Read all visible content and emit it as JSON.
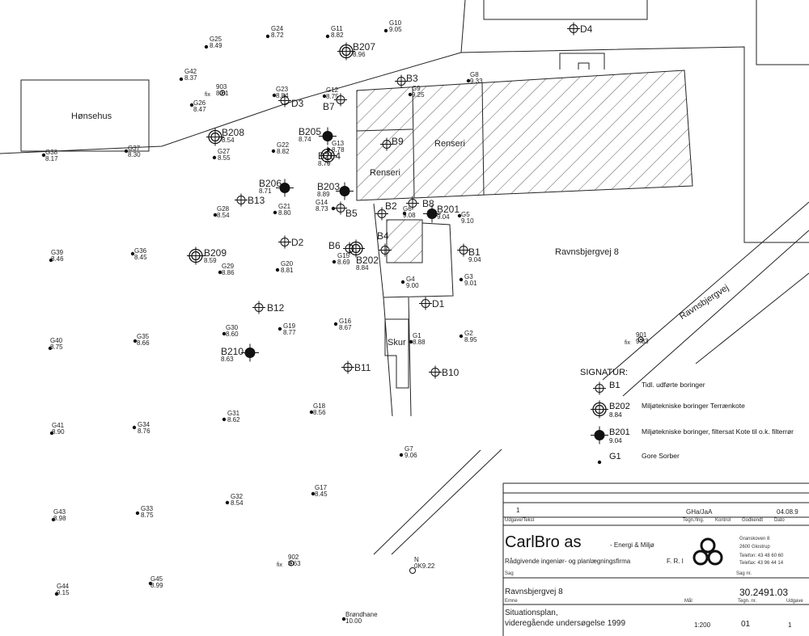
{
  "buildings": {
    "honsehus": "Hønsehus",
    "renseri_east": "Renseri",
    "renseri_west": "Renseri",
    "skur": "Skur"
  },
  "streets": {
    "main": "Ravnsbjergvej 8",
    "diagonal": "Ravnsbjergvej"
  },
  "points": [
    {
      "code": "G25",
      "value": "8.49",
      "type": "dot"
    },
    {
      "code": "G24",
      "value": "8.72",
      "type": "dot"
    },
    {
      "code": "G11",
      "value": "8.82",
      "type": "dot"
    },
    {
      "code": "G10",
      "value": "9.05",
      "type": "dot"
    },
    {
      "code": "B207",
      "value": "8.96",
      "type": "env"
    },
    {
      "code": "D4",
      "value": "",
      "type": "old"
    },
    {
      "code": "G42",
      "value": "8.37",
      "type": "dot"
    },
    {
      "code": "903",
      "value": "8.61",
      "type": "fix",
      "prefix": "fix"
    },
    {
      "code": "G26",
      "value": "8.47",
      "type": "dot"
    },
    {
      "code": "G23",
      "value": "8.84",
      "type": "dot"
    },
    {
      "code": "D3",
      "value": "",
      "type": "old"
    },
    {
      "code": "G12",
      "value": "8.75",
      "type": "dot"
    },
    {
      "code": "B7",
      "value": "",
      "type": "old"
    },
    {
      "code": "B3",
      "value": "",
      "type": "old"
    },
    {
      "code": "G9",
      "value": "9.25",
      "type": "dot"
    },
    {
      "code": "G8",
      "value": "9.33",
      "type": "dot"
    },
    {
      "code": "G38",
      "value": "8.17",
      "type": "dot"
    },
    {
      "code": "G37",
      "value": "8.30",
      "type": "dot"
    },
    {
      "code": "B208",
      "value": "8.54",
      "type": "env"
    },
    {
      "code": "G27",
      "value": "8.55",
      "type": "dot"
    },
    {
      "code": "G22",
      "value": "8.82",
      "type": "dot"
    },
    {
      "code": "B205",
      "value": "8.74",
      "type": "filter"
    },
    {
      "code": "G13",
      "value": "8.78",
      "type": "dot"
    },
    {
      "code": "B204",
      "value": "8.79",
      "type": "env"
    },
    {
      "code": "B9",
      "value": "",
      "type": "old"
    },
    {
      "code": "B206",
      "value": "8.71",
      "type": "filter"
    },
    {
      "code": "B203",
      "value": "8.89",
      "type": "filter"
    },
    {
      "code": "B13",
      "value": "",
      "type": "old"
    },
    {
      "code": "G28",
      "value": "8.54",
      "type": "dot"
    },
    {
      "code": "G21",
      "value": "8.80",
      "type": "dot"
    },
    {
      "code": "G14",
      "value": "8.73",
      "type": "dot"
    },
    {
      "code": "B5",
      "value": "",
      "type": "old"
    },
    {
      "code": "B2",
      "value": "",
      "type": "old"
    },
    {
      "code": "G6",
      "value": "9.08",
      "type": "dot"
    },
    {
      "code": "B8",
      "value": "",
      "type": "old"
    },
    {
      "code": "B201",
      "value": "9.04",
      "type": "filter"
    },
    {
      "code": "G5",
      "value": "9.10",
      "type": "dot"
    },
    {
      "code": "D2",
      "value": "",
      "type": "old"
    },
    {
      "code": "B6",
      "value": "",
      "type": "old"
    },
    {
      "code": "B202",
      "value": "8.84",
      "type": "env"
    },
    {
      "code": "G15",
      "value": "8.69",
      "type": "dot"
    },
    {
      "code": "B4",
      "value": "",
      "type": "old"
    },
    {
      "code": "B1",
      "value": "9.04",
      "type": "old"
    },
    {
      "code": "G39",
      "value": "8.46",
      "type": "dot"
    },
    {
      "code": "G36",
      "value": "8.45",
      "type": "dot"
    },
    {
      "code": "B209",
      "value": "8.59",
      "type": "env"
    },
    {
      "code": "G29",
      "value": "8.86",
      "type": "dot"
    },
    {
      "code": "G20",
      "value": "8.81",
      "type": "dot"
    },
    {
      "code": "G4",
      "value": "9.00",
      "type": "dot"
    },
    {
      "code": "G3",
      "value": "9.01",
      "type": "dot"
    },
    {
      "code": "B12",
      "value": "",
      "type": "old"
    },
    {
      "code": "D1",
      "value": "",
      "type": "old"
    },
    {
      "code": "G30",
      "value": "8.60",
      "type": "dot"
    },
    {
      "code": "G19",
      "value": "8.77",
      "type": "dot"
    },
    {
      "code": "G16",
      "value": "8.67",
      "type": "dot"
    },
    {
      "code": "G40",
      "value": "8.75",
      "type": "dot"
    },
    {
      "code": "G35",
      "value": "8.66",
      "type": "dot"
    },
    {
      "code": "G1",
      "value": "8.88",
      "type": "dot"
    },
    {
      "code": "G2",
      "value": "8.95",
      "type": "dot"
    },
    {
      "code": "901",
      "value": "9.83",
      "type": "fix",
      "prefix": "fix"
    },
    {
      "code": "B210",
      "value": "8.63",
      "type": "filter"
    },
    {
      "code": "B11",
      "value": "",
      "type": "old"
    },
    {
      "code": "B10",
      "value": "",
      "type": "old"
    },
    {
      "code": "G18",
      "value": "8.56",
      "type": "dot"
    },
    {
      "code": "G31",
      "value": "8.62",
      "type": "dot"
    },
    {
      "code": "G41",
      "value": "8.90",
      "type": "dot"
    },
    {
      "code": "G34",
      "value": "8.76",
      "type": "dot"
    },
    {
      "code": "G7",
      "value": "9.06",
      "type": "dot"
    },
    {
      "code": "G17",
      "value": "8.45",
      "type": "dot"
    },
    {
      "code": "G32",
      "value": "8.54",
      "type": "dot"
    },
    {
      "code": "G43",
      "value": "8.98",
      "type": "dot"
    },
    {
      "code": "G33",
      "value": "8.75",
      "type": "dot"
    },
    {
      "code": "902",
      "value": "8.63",
      "type": "fix",
      "prefix": "fix"
    },
    {
      "code": "N",
      "value": "0K9.22",
      "type": "ring"
    },
    {
      "code": "G44",
      "value": "9.15",
      "type": "dot"
    },
    {
      "code": "G45",
      "value": "8.99",
      "type": "dot"
    },
    {
      "code": "Brøndhane",
      "value": "10.00",
      "type": "dot"
    }
  ],
  "legend": {
    "title": "SIGNATUR:",
    "rows": [
      {
        "code": "B1",
        "value": "",
        "desc": "Tidl. udførte boringer",
        "type": "old"
      },
      {
        "code": "B202",
        "value": "8.84",
        "desc": "Miljøtekniske boringer Terrænkote",
        "type": "env"
      },
      {
        "code": "B201",
        "value": "9.04",
        "desc": "Miljøtekniske boringer, filtersat Kote til o.k. filterrør",
        "type": "filter"
      },
      {
        "code": "G1",
        "value": "",
        "desc": "Gore Sorber",
        "type": "dot"
      }
    ]
  },
  "titleblock": {
    "rev_no": "1",
    "rev_initials": "GHa/JaA",
    "rev_date": "04.08.9",
    "h_udgave": "Udgave/Tekst",
    "h_tegn": "Tegn./Ing.",
    "h_kontrol": "Kontrol",
    "h_godkendt": "Godkendt",
    "h_dato": "Dato",
    "company": "CarlBro as",
    "division": "- Energi & Miljø",
    "tagline": "Rådgivende ingeniør- og planlægningsfirma",
    "frl": "F. R. I",
    "address1": "Granskoven 8",
    "address2": "2600 Glostrup",
    "phone": "Telefon:  43 48 60 60",
    "fax": "Telefax:  43 96 44 14",
    "h_sag": "Sag",
    "h_sagnr": "Sag nr.",
    "project": "Ravnsbjergvej 8",
    "project_no": "30.2491.03",
    "h_emne": "Emne",
    "h_maal": "Mål",
    "h_tegnnr": "Tegn. nr.",
    "h_udgave2": "Udgave",
    "title1": "Situationsplan,",
    "title2": "videregående undersøgelse 1999",
    "scale": "1:200",
    "drawing_no": "01",
    "edition": "1"
  }
}
